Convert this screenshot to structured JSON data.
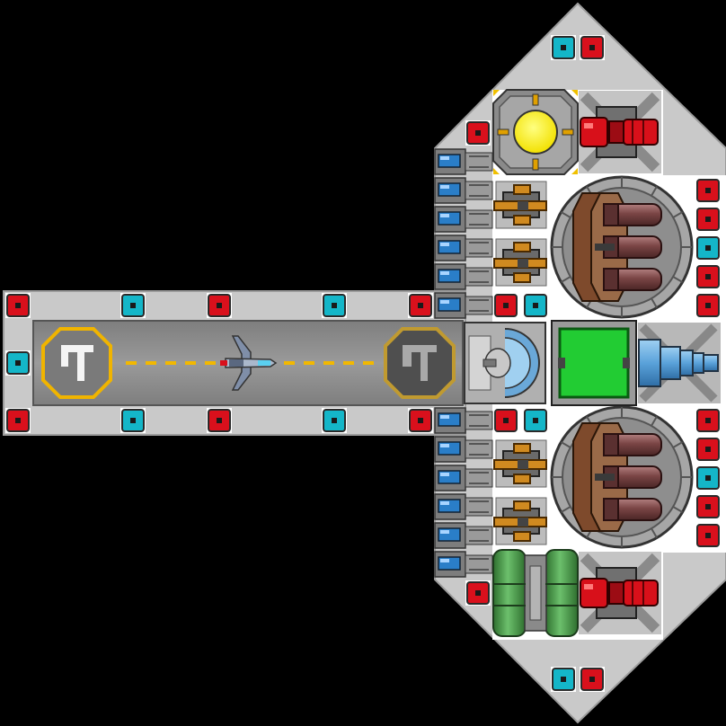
{
  "palette": {
    "background": "#000000",
    "hull": "#c9c9c9",
    "hull_edge": "#a9a9a9",
    "floor": "#ffffff",
    "runway": "#8e8e8e",
    "runway_dark": "#6e6e6e",
    "light_red": "#d9101c",
    "light_cyan": "#14b6c8",
    "pad_gold": "#f0b400",
    "pad_dark": "#555555",
    "dash_yellow": "#f2b800",
    "reactor_yellow": "#ffee00",
    "console_green": "#22cc33",
    "cannon_red": "#d8101a",
    "torpedo_brown": "#7e4a2c",
    "tube_maroon": "#7a4545",
    "engine_blue": "#6aaee0",
    "fuel_green": "#4a9e4a",
    "gun_orange": "#d08a20",
    "port_blue": "#2a7ec8"
  },
  "modules": {
    "shield_generator": "yellow-shield-generator",
    "command_console": "green-command-console",
    "engine": "blue-thruster-engine",
    "fuel_tanks": "green-fuel-tanks",
    "fighter": "small-blue-fighter"
  },
  "counts": {
    "torpedo_launchers": 2,
    "tubes_per_launcher": 3,
    "red_cannons": 2,
    "orange_turrets": 4,
    "landing_pads": 2
  }
}
